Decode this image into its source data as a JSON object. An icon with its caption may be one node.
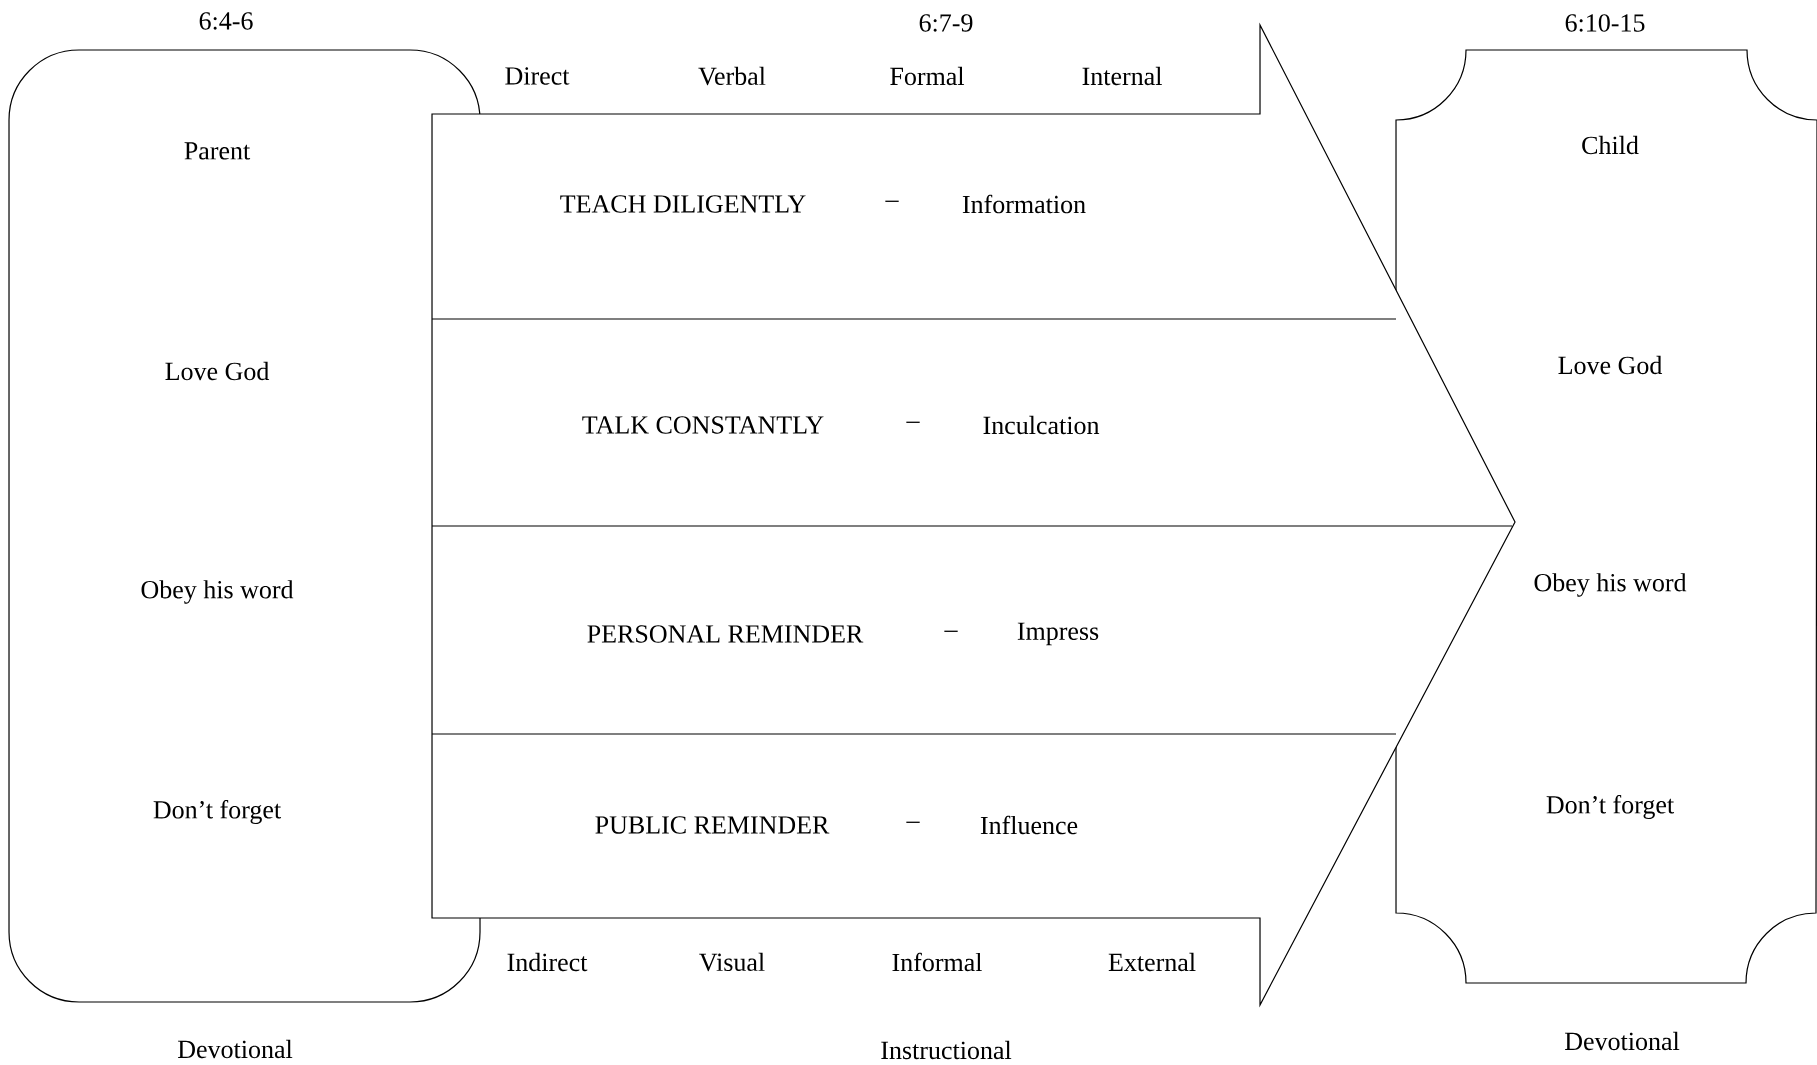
{
  "diagram": {
    "nodes": [
      {
        "text": [
          "6:4-6",
          "Parent",
          "Love God",
          "Obey his word",
          "Don’t forget"
        ],
        "beside": [
          "Devotional"
        ]
      },
      {
        "text": [
          "6:7-9"
        ],
        "beside": [
          "Instructional"
        ]
      },
      {
        "text": [
          "TEACH DILIGENTLY",
          "–",
          "Information"
        ],
        "in": 1
      },
      {
        "text": [
          "TALK CONSTANTLY",
          "–",
          "Inculcation"
        ],
        "in": 1
      },
      {
        "text": [
          "PERSONAL REMINDER",
          "–",
          "Impress"
        ],
        "in": 1
      },
      {
        "text": [
          "PUBLIC REMINDER",
          "–",
          "Influence"
        ],
        "in": 1
      },
      {
        "text": [
          "6:10-15",
          "Child",
          "Love God",
          "Obey his word",
          "Don’t forget"
        ],
        "beside": [
          "Devotional"
        ]
      }
    ],
    "labels": [
      "Direct",
      "Verbal",
      "Formal",
      "Internal",
      "Indirect",
      "Visual",
      "Informal",
      "External"
    ]
  }
}
